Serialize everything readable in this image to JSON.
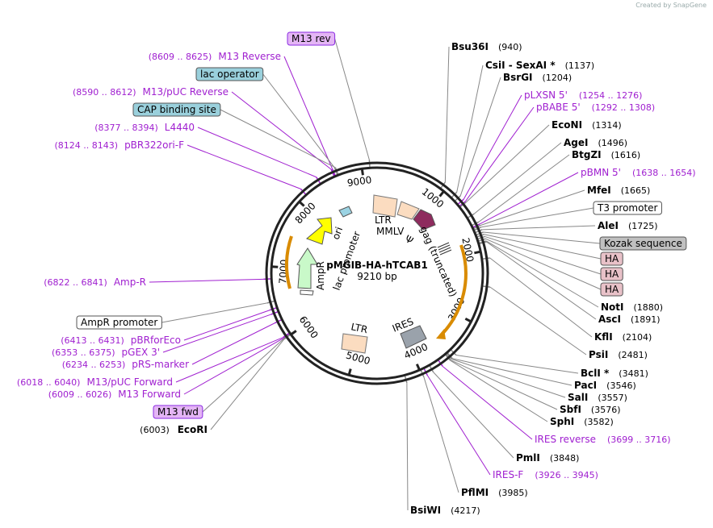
{
  "credit": "Created by SnapGene",
  "plasmid": {
    "name": "pMGIB-HA-hTCAB1",
    "size": "9210 bp",
    "total": 9210
  },
  "ticks": [
    "1000",
    "2000",
    "3000",
    "4000",
    "5000",
    "6000",
    "7000",
    "8000",
    "9000"
  ],
  "features": {
    "ltr1": "LTR",
    "mmlv": "MMLV",
    "psi": "Ψ",
    "gag": "gag (truncated)",
    "ires": "IRES",
    "ltr2": "LTR",
    "ampr": "AmpR",
    "ori": "ori",
    "lac": "lac promoter"
  },
  "labels": [
    {
      "kind": "box",
      "text": "M13 rev",
      "fill": "#e4b5f5",
      "stroke": "#8a2be2",
      "pos": 9110
    },
    {
      "kind": "primer",
      "range": "(8609 .. 8625)",
      "text": "M13 Reverse",
      "pos": 8617
    },
    {
      "kind": "box",
      "text": "lac operator",
      "fill": "#9ad0dc",
      "stroke": "#555",
      "pos": 8650
    },
    {
      "kind": "primer",
      "range": "(8590 .. 8612)",
      "text": "M13/pUC Reverse",
      "pos": 8601
    },
    {
      "kind": "box",
      "text": "CAP binding site",
      "fill": "#9ad0dc",
      "stroke": "#555",
      "pos": 8660
    },
    {
      "kind": "primer",
      "range": "(8377 .. 8394)",
      "text": "L4440",
      "pos": 8385
    },
    {
      "kind": "primer",
      "range": "(8124 .. 8143)",
      "text": "pBR322ori-F",
      "pos": 8133
    },
    {
      "kind": "primer",
      "range": "(6822 .. 6841)",
      "text": "Amp-R",
      "pos": 6831
    },
    {
      "kind": "box",
      "text": "AmpR promoter",
      "fill": "#ffffff",
      "stroke": "#555",
      "pos": 6520
    },
    {
      "kind": "primer",
      "range": "(6413 .. 6431)",
      "text": "pBRforEco",
      "pos": 6422
    },
    {
      "kind": "primer",
      "range": "(6353 .. 6375)",
      "text": "pGEX 3'",
      "pos": 6364
    },
    {
      "kind": "primer",
      "range": "(6234 .. 6253)",
      "text": "pRS-marker",
      "pos": 6243
    },
    {
      "kind": "primer",
      "range": "(6018 .. 6040)",
      "text": "M13/pUC Forward",
      "pos": 6029
    },
    {
      "kind": "primer",
      "range": "(6009 .. 6026)",
      "text": "M13 Forward",
      "pos": 6017
    },
    {
      "kind": "box",
      "text": "M13 fwd",
      "fill": "#e4b5f5",
      "stroke": "#8a2be2",
      "pos": 6010
    },
    {
      "kind": "site",
      "name": "EcoRI",
      "posText": "(6003)",
      "pos": 6003
    },
    {
      "kind": "site",
      "name": "Bsu36I",
      "posText": "(940)",
      "pos": 940
    },
    {
      "kind": "site",
      "name": "CsiI  - SexAI *",
      "posText": "(1137)",
      "pos": 1137
    },
    {
      "kind": "site",
      "name": "BsrGI",
      "posText": "(1204)",
      "pos": 1204
    },
    {
      "kind": "primer",
      "range": "(1254 .. 1276)",
      "text": "pLXSN 5'",
      "pos": 1265
    },
    {
      "kind": "primer",
      "range": "(1292 .. 1308)",
      "text": "pBABE 5'",
      "pos": 1300
    },
    {
      "kind": "site",
      "name": "EcoNI",
      "posText": "(1314)",
      "pos": 1314
    },
    {
      "kind": "site",
      "name": "AgeI",
      "posText": "(1496)",
      "pos": 1496
    },
    {
      "kind": "site",
      "name": "BtgZI",
      "posText": "(1616)",
      "pos": 1616
    },
    {
      "kind": "primer",
      "range": "(1638 .. 1654)",
      "text": "pBMN 5'",
      "pos": 1646
    },
    {
      "kind": "site",
      "name": "MfeI",
      "posText": "(1665)",
      "pos": 1665
    },
    {
      "kind": "box",
      "text": "T3 promoter",
      "fill": "#ffffff",
      "stroke": "#555",
      "pos": 1690
    },
    {
      "kind": "site",
      "name": "AleI",
      "posText": "(1725)",
      "pos": 1725
    },
    {
      "kind": "box",
      "text": "Kozak sequence",
      "fill": "#c0c0c0",
      "stroke": "#555",
      "pos": 1760
    },
    {
      "kind": "box",
      "text": "HA",
      "fill": "#e8c1c8",
      "stroke": "#555",
      "pos": 1790
    },
    {
      "kind": "box",
      "text": "HA",
      "fill": "#e8c1c8",
      "stroke": "#555",
      "pos": 1820
    },
    {
      "kind": "box",
      "text": "HA",
      "fill": "#e8c1c8",
      "stroke": "#555",
      "pos": 1850
    },
    {
      "kind": "site",
      "name": "NotI",
      "posText": "(1880)",
      "pos": 1880
    },
    {
      "kind": "site",
      "name": "AscI",
      "posText": "(1891)",
      "pos": 1891
    },
    {
      "kind": "site",
      "name": "KflI",
      "posText": "(2104)",
      "pos": 2104
    },
    {
      "kind": "site",
      "name": "PsiI",
      "posText": "(2481)",
      "pos": 2481
    },
    {
      "kind": "site",
      "name": "BclI *",
      "posText": "(3481)",
      "pos": 3481
    },
    {
      "kind": "site",
      "name": "PacI",
      "posText": "(3546)",
      "pos": 3546
    },
    {
      "kind": "site",
      "name": "SalI",
      "posText": "(3557)",
      "pos": 3557
    },
    {
      "kind": "site",
      "name": "SbfI",
      "posText": "(3576)",
      "pos": 3576
    },
    {
      "kind": "site",
      "name": "SphI",
      "posText": "(3582)",
      "pos": 3582
    },
    {
      "kind": "primer",
      "range": "(3699 .. 3716)",
      "text": "IRES reverse",
      "pos": 3707
    },
    {
      "kind": "site",
      "name": "PmlI",
      "posText": "(3848)",
      "pos": 3848
    },
    {
      "kind": "primer",
      "range": "(3926 .. 3945)",
      "text": "IRES-F",
      "pos": 3935
    },
    {
      "kind": "site",
      "name": "PflMI",
      "posText": "(3985)",
      "pos": 3985
    },
    {
      "kind": "site",
      "name": "BsiWI",
      "posText": "(4217)",
      "pos": 4217
    }
  ]
}
